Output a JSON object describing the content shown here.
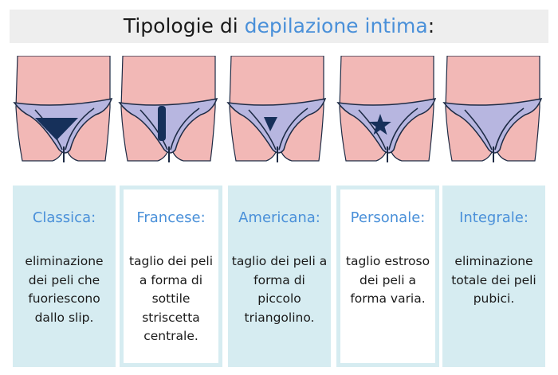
{
  "title": {
    "prefix": "Tipologie di ",
    "accent": "depilazione intima",
    "suffix": ":"
  },
  "colors": {
    "skin": "#f2b8b6",
    "underwear": "#b7b6e0",
    "outline": "#1d2b45",
    "hair": "#16305a",
    "card_bg": "#d6ecf1",
    "accent": "#4a90d9"
  },
  "types": [
    {
      "title": "Classica:",
      "description": "eliminazione dei peli che fuoriescono dallo slip.",
      "shape": "triangle-wide",
      "style": "filled"
    },
    {
      "title": "Francese:",
      "description": "taglio dei peli a forma di sottile striscetta centrale.",
      "shape": "strip",
      "style": "outlined"
    },
    {
      "title": "Americana:",
      "description": "taglio dei peli a forma di piccolo triangolino.",
      "shape": "triangle-small",
      "style": "filled"
    },
    {
      "title": "Personale:",
      "description": "taglio estroso dei peli a forma varia.",
      "shape": "star",
      "style": "outlined"
    },
    {
      "title": "Integrale:",
      "description": "eliminazione totale dei peli pubici.",
      "shape": "none",
      "style": "filled"
    }
  ]
}
